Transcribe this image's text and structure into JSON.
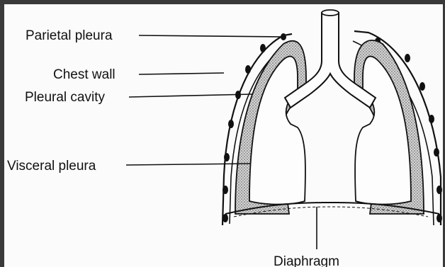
{
  "labels": {
    "parietal_pleura": "Parietal pleura",
    "chest_wall": "Chest wall",
    "pleural_cavity": "Pleural cavity",
    "visceral_pleura": "Visceral pleura",
    "diaphragm": "Diaphragm"
  },
  "colors": {
    "frame": "#3a3a3a",
    "background": "#fbfbfb",
    "ink": "#111111",
    "stipple": "#8c8c8c"
  }
}
